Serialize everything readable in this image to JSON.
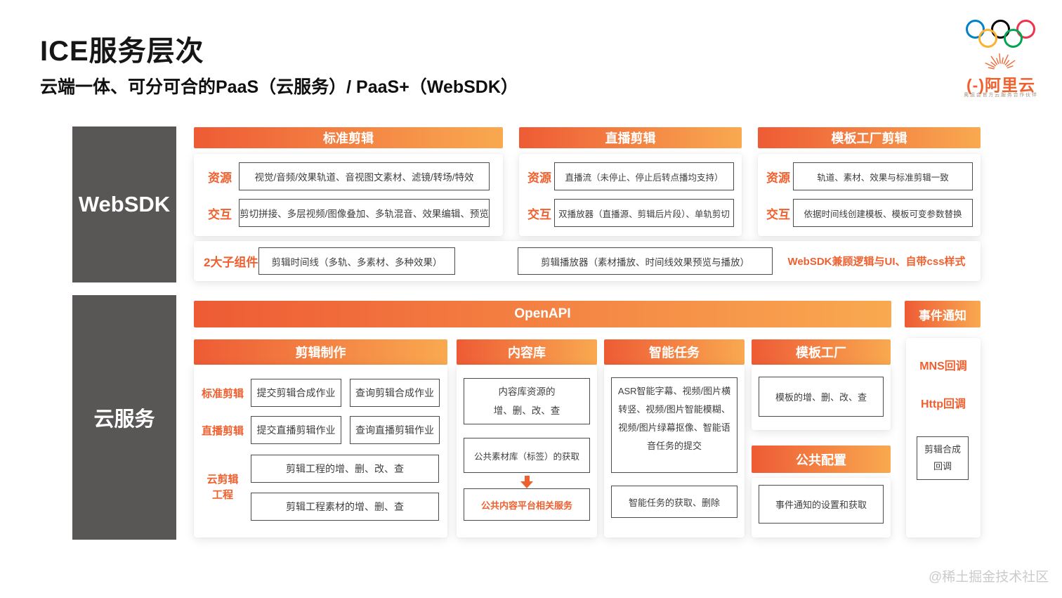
{
  "page": {
    "title": "ICE服务层次",
    "subtitle": "云端一体、可分可合的PaaS（云服务）/ PaaS+（WebSDK）",
    "watermark": "@稀土掘金技术社区"
  },
  "logo": {
    "mark": "(-)",
    "brand": "阿里云",
    "tagline": "奥运会官方云服务合作伙伴",
    "ring_colors": [
      "#0081C8",
      "#000000",
      "#EE334E",
      "#FCB131",
      "#00A651"
    ]
  },
  "colors": {
    "gradient_start": "#ee5b35",
    "gradient_end": "#f9a950",
    "dark_panel": "#595656",
    "accent_orange": "#f0602f",
    "box_border": "#4b4b4b"
  },
  "websdk": {
    "label": "WebSDK",
    "row_labels": {
      "resource": "资源",
      "interact": "交互"
    },
    "columns": [
      {
        "header": "标准剪辑",
        "resource": "视觉/音频/效果轨道、音视图文素材、滤镜/转场/特效",
        "interact": "剪切拼接、多层视频/图像叠加、多轨混音、效果编辑、预览"
      },
      {
        "header": "直播剪辑",
        "resource": "直播流（未停止、停止后转点播均支持）",
        "interact": "双播放器（直播源、剪辑后片段）、单轨剪切"
      },
      {
        "header": "模板工厂剪辑",
        "resource": "轨道、素材、效果与标准剪辑一致",
        "interact": "依据时间线创建模板、模板可变参数替换"
      }
    ],
    "components": {
      "label": "2大子组件",
      "timeline": "剪辑时间线（多轨、多素材、多种效果）",
      "player": "剪辑播放器（素材播放、时间线效果预览与播放）",
      "note": "WebSDK兼顾逻辑与UI、自带css样式"
    }
  },
  "cloud": {
    "label": "云服务",
    "openapi": "OpenAPI",
    "editing": {
      "header": "剪辑制作",
      "standard_label": "标准剪辑",
      "standard_submit": "提交剪辑合成作业",
      "standard_query": "查询剪辑合成作业",
      "live_label": "直播剪辑",
      "live_submit": "提交直播剪辑作业",
      "live_query": "查询直播剪辑作业",
      "project_label_line1": "云剪辑",
      "project_label_line2": "工程",
      "project_crud": "剪辑工程的增、删、改、查",
      "project_material": "剪辑工程素材的增、删、查"
    },
    "content": {
      "header": "内容库",
      "box1_line1": "内容库资源的",
      "box1_line2": "增、删、改、查",
      "box2": "公共素材库（标签）的获取",
      "box3": "公共内容平台相关服务"
    },
    "ai": {
      "header": "智能任务",
      "box1": "ASR智能字幕、视频/图片横转竖、视频/图片智能模糊、视频/图片绿幕抠像、智能语音任务的提交",
      "box2": "智能任务的获取、删除"
    },
    "template": {
      "header": "模板工厂",
      "box1": "模板的增、删、改、查"
    },
    "common": {
      "header": "公共配置",
      "box1": "事件通知的设置和获取"
    },
    "event": {
      "header": "事件通知",
      "mns": "MNS回调",
      "http": "Http回调",
      "box_line1": "剪辑合成",
      "box_line2": "回调"
    }
  }
}
